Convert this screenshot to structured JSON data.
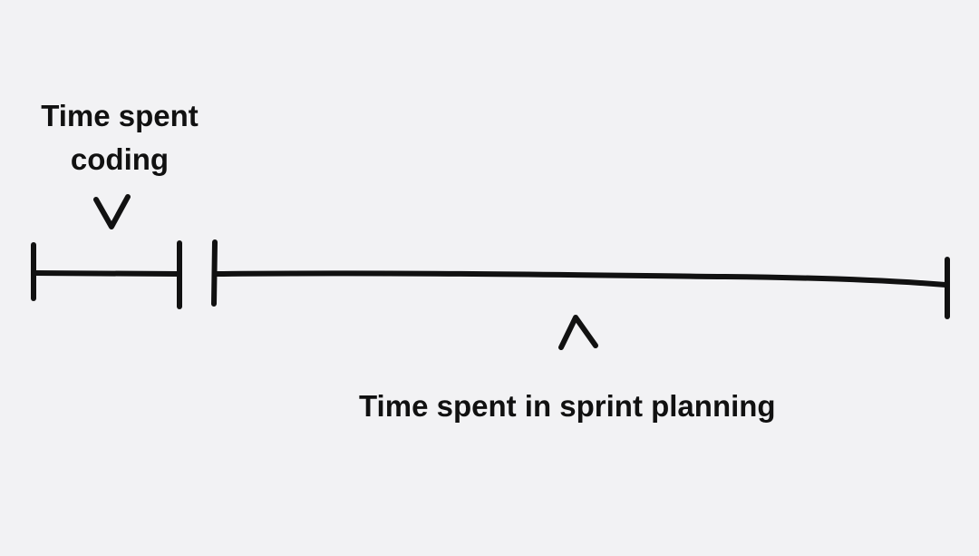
{
  "labels": {
    "coding_line1": "Time spent",
    "coding_line2": "coding",
    "planning": "Time spent in sprint planning"
  },
  "colors": {
    "background": "#f2f2f4",
    "ink": "#111111"
  },
  "segments": [
    {
      "name": "coding",
      "label": "Time spent coding"
    },
    {
      "name": "sprint-planning",
      "label": "Time spent in sprint planning"
    }
  ]
}
